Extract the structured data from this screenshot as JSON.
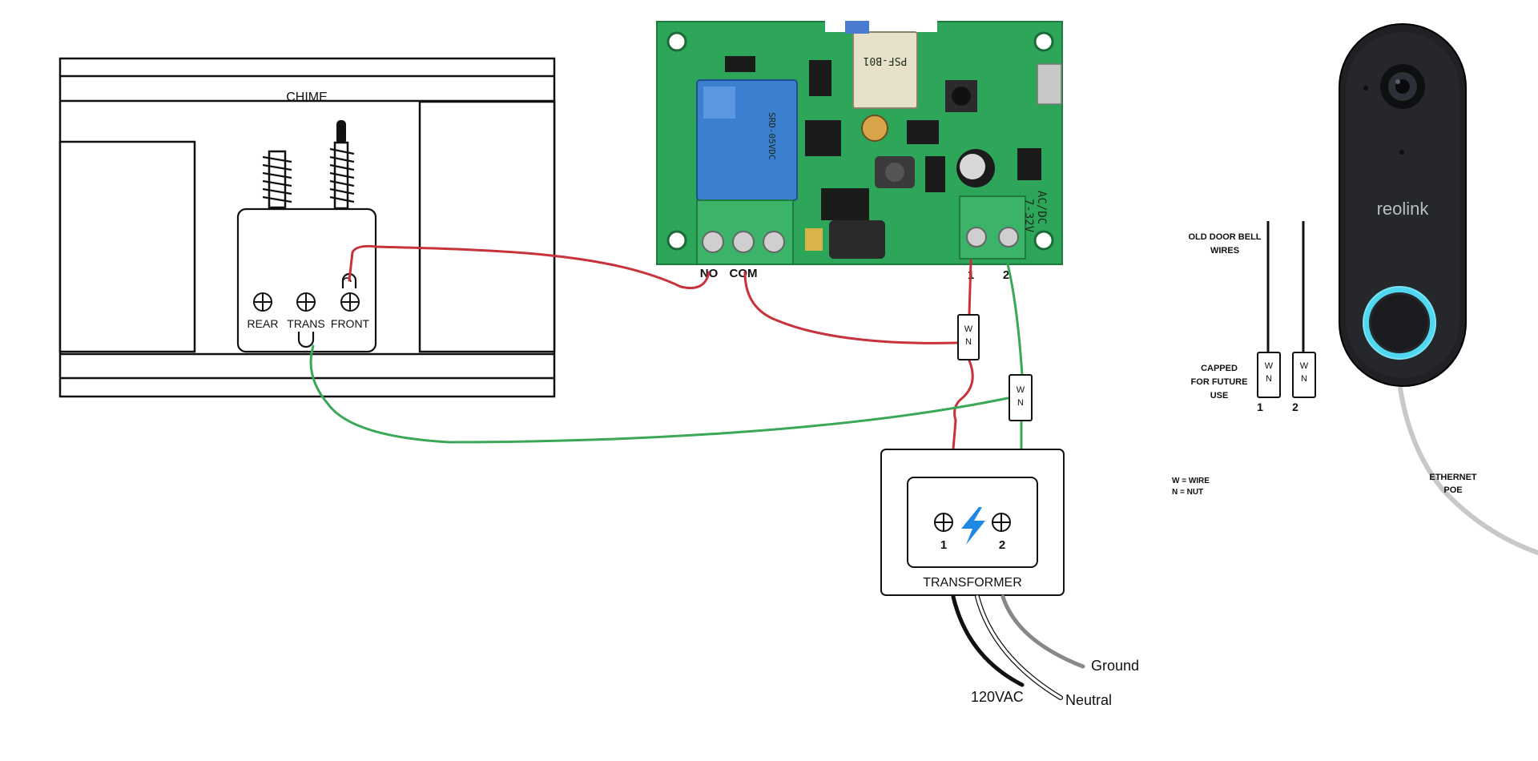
{
  "chime": {
    "title": "CHIME",
    "terminals": {
      "rear": "REAR",
      "trans": "TRANS",
      "front": "FRONT"
    }
  },
  "relay_board": {
    "terminals": {
      "no": "NO",
      "com": "COM",
      "pwr1": "1",
      "pwr2": "2"
    },
    "silkscreen": {
      "module": "PSF-B01",
      "power_label": "AC/DC",
      "voltage": "7-32V"
    }
  },
  "wire_nut_labels": {
    "w": "W",
    "n": "N"
  },
  "transformer": {
    "title": "TRANSFORMER",
    "terminal_1": "1",
    "terminal_2": "2"
  },
  "mains": {
    "supply": "120VAC",
    "ground": "Ground",
    "neutral": "Neutral"
  },
  "old_bell_wires": {
    "title_line1": "OLD DOOR BELL",
    "title_line2": "WIRES",
    "capped_line1": "CAPPED",
    "capped_line2": "FOR FUTURE",
    "capped_line3": "USE",
    "label_1": "1",
    "label_2": "2"
  },
  "legend": {
    "line1": "W = WIRE",
    "line2": "N = NUT"
  },
  "doorbell": {
    "brand": "reolink",
    "cable_line1": "ETHERNET",
    "cable_line2": "POE"
  },
  "colors": {
    "wire_red": "#c8323a",
    "wire_green": "#3aa856",
    "pcb_green": "#2ea65a",
    "relay_blue": "#3b7fd1",
    "doorbell_body": "#1f2124",
    "ring_glow": "#4fd8f0",
    "bolt_blue": "#1e88e5"
  }
}
